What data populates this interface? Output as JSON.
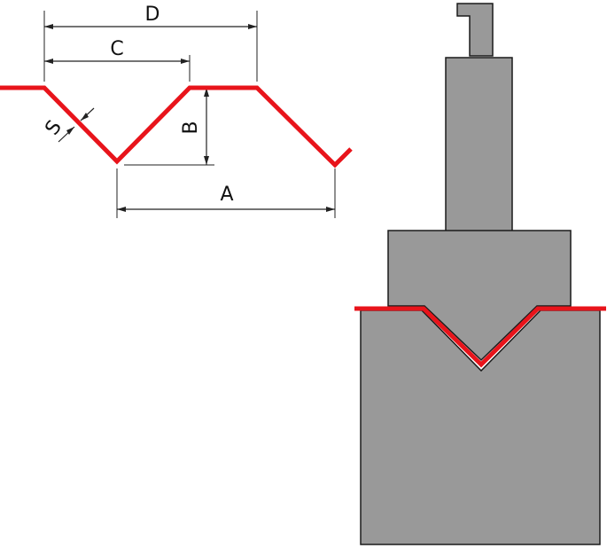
{
  "labels": {
    "a": "A",
    "b": "B",
    "c": "C",
    "d": "D",
    "s": "S"
  },
  "colors": {
    "sheet": "#e8141b",
    "tool": "#999999",
    "outline": "#1a1a1a",
    "dimension": "#222222"
  }
}
